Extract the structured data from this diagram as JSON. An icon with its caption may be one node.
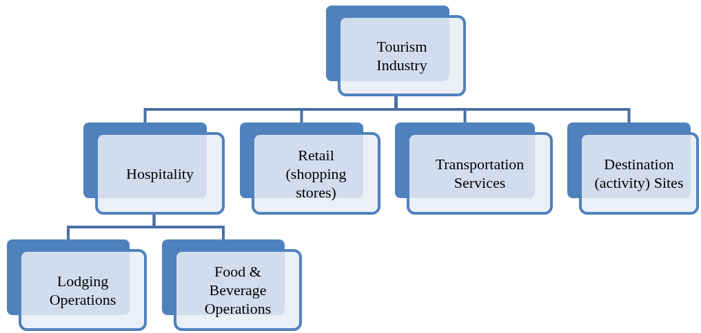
{
  "diagram": {
    "nodes": [
      {
        "text": [
          "Tourism Industry"
        ]
      },
      {
        "text": [
          "Hospitality"
        ]
      },
      {
        "text": [
          "Retail (shopping stores)"
        ]
      },
      {
        "text": [
          "Transportation Services"
        ]
      },
      {
        "text": [
          "Destination (activity) Sites"
        ]
      },
      {
        "text": [
          "Lodging Operations"
        ]
      },
      {
        "text": [
          "Food & Beverage Operations"
        ]
      }
    ],
    "edges": [
      {
        "from": 0,
        "to": 1,
        "arrow": "none"
      },
      {
        "from": 0,
        "to": 2,
        "arrow": "none"
      },
      {
        "from": 0,
        "to": 3,
        "arrow": "none"
      },
      {
        "from": 0,
        "to": 4,
        "arrow": "none"
      },
      {
        "from": 1,
        "to": 5,
        "arrow": "none"
      },
      {
        "from": 1,
        "to": 6,
        "arrow": "none"
      }
    ]
  }
}
